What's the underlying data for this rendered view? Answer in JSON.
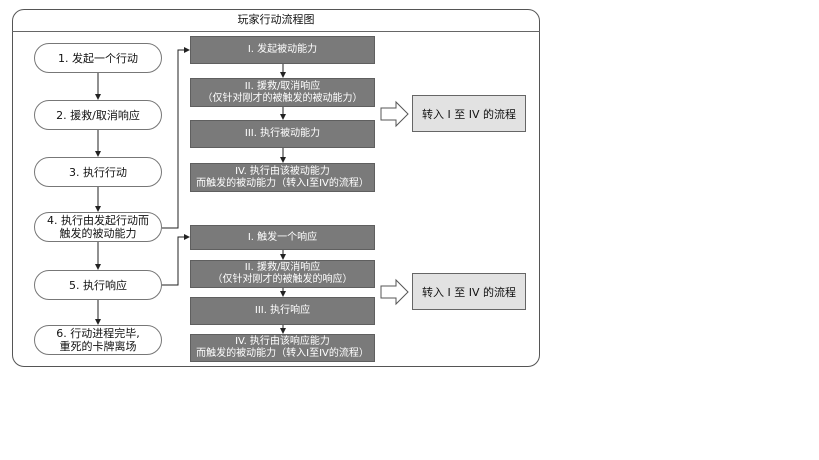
{
  "title": "玩家行动流程图",
  "steps": [
    "1. 发起一个行动",
    "2. 援救/取消响应",
    "3. 执行行动",
    "4. 执行由发起行动而",
    "触发的被动能力",
    "5. 执行响应",
    "6. 行动进程完毕,",
    "重死的卡牌离场"
  ],
  "upper_flow": [
    "I. 发起被动能力",
    "II. 援救/取消响应",
    "（仅针对刚才的被触发的被动能力）",
    "III. 执行被动能力",
    "IV. 执行由该被动能力",
    "而触发的被动能力（转入I至IV的流程）"
  ],
  "lower_flow": [
    "I. 触发一个响应",
    "II. 援救/取消响应",
    "（仅针对刚才的被触发的响应）",
    "III. 执行响应",
    "IV. 执行由该响应能力",
    "而触发的被动能力（转入I至IV的流程）"
  ],
  "side_boxes": [
    "转入 I 至 IV 的流程",
    "转入 I 至 IV 的流程"
  ],
  "colors": {
    "dark_box": "#7a7a7a",
    "light_box": "#e2e2e2",
    "line": "#222222"
  }
}
